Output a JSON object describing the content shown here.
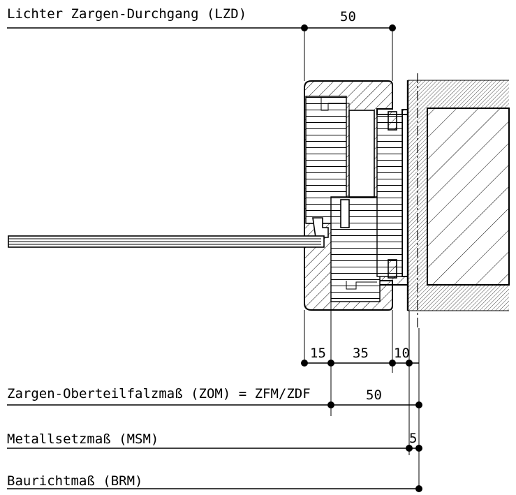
{
  "diagram": {
    "labels": {
      "lzd": "Lichter Zargen-Durchgang (LZD)",
      "zom": "Zargen-Oberteilfalzmaß (ZOM) = ZFM/ZDF",
      "msm": "Metallsetzmaß (MSM)",
      "brm": "Baurichtmaß (BRM)"
    },
    "dimensions": {
      "top_50": "50",
      "d15": "15",
      "d35": "35",
      "d10": "10",
      "mid_50": "50",
      "d5": "5"
    }
  }
}
